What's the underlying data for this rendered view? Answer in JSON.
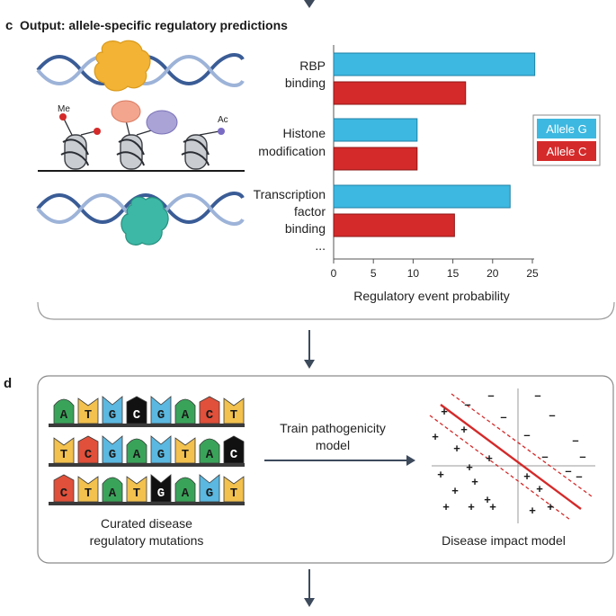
{
  "panel_c": {
    "letter": "c",
    "title": "Output: allele-specific regulatory predictions",
    "mark_labels": {
      "methyl": "Me",
      "acetyl": "Ac"
    },
    "legend": [
      {
        "label": "Allele G",
        "color": "#3db8e0"
      },
      {
        "label": "Allele C",
        "color": "#d42a2a"
      }
    ],
    "category_label_lines": [
      [
        "RBP",
        "binding"
      ],
      [
        "Histone",
        "modification"
      ],
      [
        "Transcription",
        "factor",
        "binding"
      ]
    ],
    "ellipsis": "..."
  },
  "chart_data": {
    "type": "bar",
    "orientation": "horizontal",
    "categories": [
      "RBP binding",
      "Histone modification",
      "Transcription factor binding"
    ],
    "series": [
      {
        "name": "Allele G",
        "values": [
          25.3,
          10.5,
          22.2
        ],
        "color": "#3db8e0"
      },
      {
        "name": "Allele C",
        "values": [
          16.6,
          10.5,
          15.2
        ],
        "color": "#d42a2a"
      }
    ],
    "xlabel": "Regulatory event probability",
    "xlim": [
      0,
      25
    ],
    "xticks": [
      "0",
      "5",
      "10",
      "15",
      "20",
      "25"
    ],
    "grid": false,
    "legend_position": "right"
  },
  "panel_d": {
    "letter": "d",
    "sequences": [
      [
        "A",
        "T",
        "G",
        "C",
        "G",
        "A",
        "C",
        "T"
      ],
      [
        "T",
        "C",
        "G",
        "A",
        "G",
        "T",
        "A",
        "C"
      ],
      [
        "C",
        "T",
        "A",
        "T",
        "G",
        "A",
        "G",
        "T"
      ]
    ],
    "nucleotide_colors": {
      "A": "#3aa35a",
      "T": "#f2c14e",
      "G": "#5bb8e0",
      "C": "#e0503a"
    },
    "highlight_color": "#111111",
    "highlighted_positions": [
      [
        0,
        3
      ],
      [
        1,
        7
      ],
      [
        2,
        4
      ]
    ],
    "train_label_lines": [
      "Train pathogenicity",
      "model"
    ],
    "curated_label_lines": [
      "Curated disease",
      "regulatory mutations"
    ],
    "impact_label": "Disease impact model"
  }
}
